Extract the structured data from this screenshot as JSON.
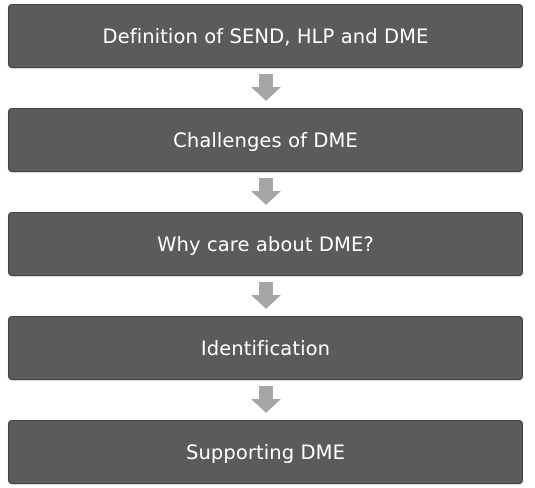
{
  "flowchart": {
    "steps": [
      {
        "label": "Definition of SEND, HLP and DME"
      },
      {
        "label": "Challenges of DME"
      },
      {
        "label": "Why care about DME?"
      },
      {
        "label": "Identification"
      },
      {
        "label": "Supporting DME"
      }
    ]
  },
  "colors": {
    "box_fill": "#5b5b5b",
    "box_text": "#ffffff",
    "arrow_fill": "#a6a6a6"
  },
  "icons": {
    "connector": "down-arrow-icon"
  }
}
